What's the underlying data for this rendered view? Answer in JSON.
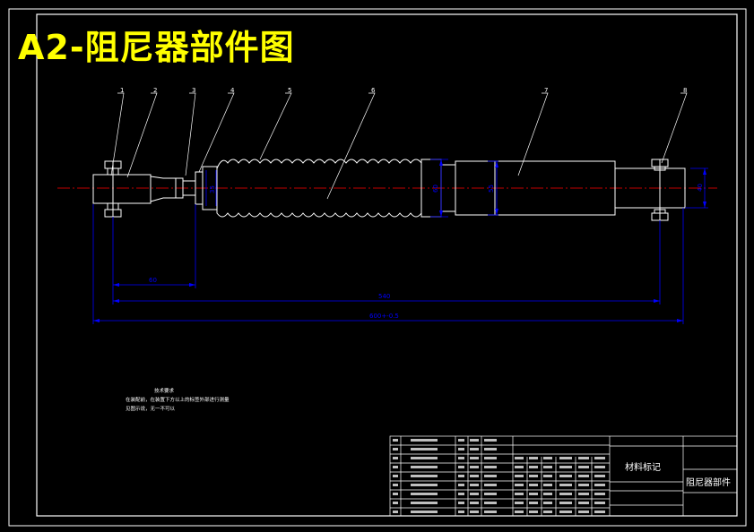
{
  "title": "A2-阻尼器部件图",
  "colors": {
    "background": "#000000",
    "outline": "#ffffff",
    "dimension": "#0000ff",
    "centerline": "#ff0000",
    "title": "#ffff00"
  },
  "part_labels": [
    "1",
    "2",
    "3",
    "4",
    "5",
    "6",
    "7",
    "8"
  ],
  "dimensions": {
    "d_1": "60",
    "d_2": "540",
    "d_3": "600+-0.5",
    "d_4": "35",
    "d_5": "60",
    "d_6": "55",
    "d_7": "40"
  },
  "notes": {
    "heading": "技术要求",
    "line1": "在装配前，在装置下方以上的标签外部进行测量",
    "line2": "见图示说，无一不可以"
  },
  "title_block": {
    "material_mark": "材料标记",
    "drawing_name": "阻尼器部件"
  }
}
